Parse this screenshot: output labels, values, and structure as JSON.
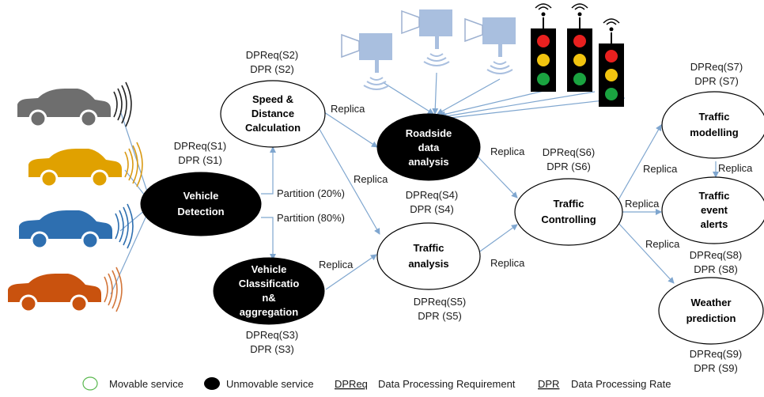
{
  "nodes": {
    "vehicle_detection": {
      "line1": "Vehicle",
      "line2": "Detection",
      "type": "unmovable"
    },
    "speed_distance": {
      "line1": "Speed &",
      "line2": "Distance",
      "line3": "Calculation",
      "type": "movable"
    },
    "vehicle_classification": {
      "line1": "Vehicle",
      "line2": "Classificatio",
      "line3": "n&",
      "line4": "aggregation",
      "type": "unmovable"
    },
    "roadside": {
      "line1": "Roadside",
      "line2": "data",
      "line3": "analysis",
      "type": "unmovable"
    },
    "traffic_analysis": {
      "line1": "Traffic",
      "line2": "analysis",
      "type": "movable"
    },
    "traffic_controlling": {
      "line1": "Traffic",
      "line2": "Controlling",
      "type": "movable"
    },
    "traffic_modelling": {
      "line1": "Traffic",
      "line2": "modelling",
      "type": "movable"
    },
    "traffic_event_alerts": {
      "line1": "Traffic",
      "line2": "event",
      "line3": "alerts",
      "type": "movable"
    },
    "weather_prediction": {
      "line1": "Weather",
      "line2": "prediction",
      "type": "movable"
    }
  },
  "requirements": {
    "s1": {
      "dpreq": "DPReq(S1)",
      "dpr": "DPR (S1)"
    },
    "s2": {
      "dpreq": "DPReq(S2)",
      "dpr": "DPR (S2)"
    },
    "s3": {
      "dpreq": "DPReq(S3)",
      "dpr": "DPR (S3)"
    },
    "s4": {
      "dpreq": "DPReq(S4)",
      "dpr": "DPR (S4)"
    },
    "s5": {
      "dpreq": "DPReq(S5)",
      "dpr": "DPR (S5)"
    },
    "s6": {
      "dpreq": "DPReq(S6)",
      "dpr": "DPR (S6)"
    },
    "s7": {
      "dpreq": "DPReq(S7)",
      "dpr": "DPR (S7)"
    },
    "s8": {
      "dpreq": "DPReq(S8)",
      "dpr": "DPR (S8)"
    },
    "s9": {
      "dpreq": "DPReq(S9)",
      "dpr": "DPR (S9)"
    }
  },
  "edge_labels": {
    "partition_20": "Partition (20%)",
    "partition_80": "Partition (80%)",
    "replica": "Replica"
  },
  "legend": {
    "movable": "Movable service",
    "unmovable": "Unmovable service",
    "dpreq_abbr": "DPReq",
    "dpreq_full": "Data Processing Requirement",
    "dpr_abbr": "DPR",
    "dpr_full": "Data Processing Rate"
  },
  "icons": {
    "cars": [
      "car-gray-icon",
      "car-yellow-icon",
      "car-blue-icon",
      "car-orange-icon"
    ],
    "cameras": [
      "camera-icon",
      "camera-icon",
      "camera-icon",
      "camera-icon"
    ],
    "traffic_lights": [
      "traffic-light-icon",
      "traffic-light-icon",
      "traffic-light-icon"
    ]
  },
  "colors": {
    "edge": "#7fa6cf",
    "car_gray": "#6e6e6e",
    "car_yellow": "#e0a100",
    "car_blue": "#2e6fb0",
    "car_orange": "#c9520e",
    "camera": "#a9bfdf",
    "legend_movable": "#59b84e"
  }
}
